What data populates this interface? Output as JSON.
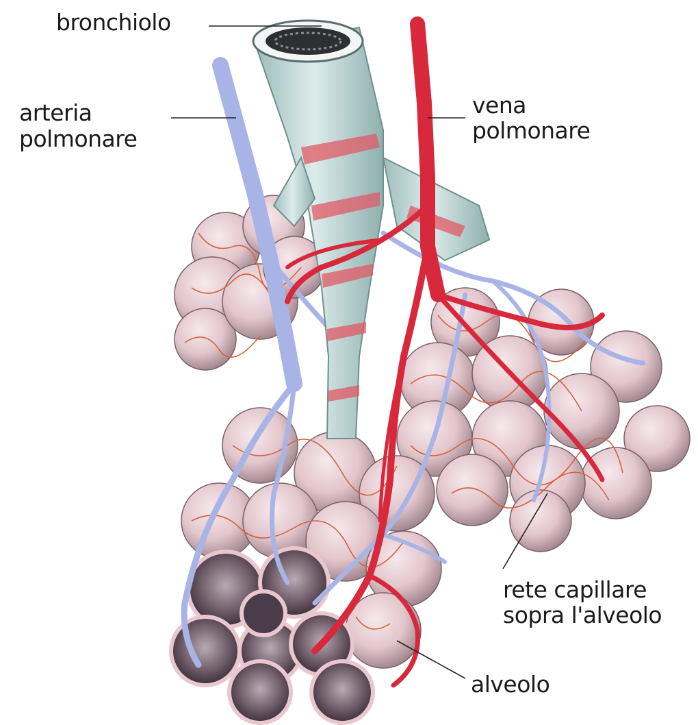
{
  "labels": {
    "bronchiole": "bronchiolo",
    "artery_line1": "arteria",
    "artery_line2": "polmonare",
    "vein_line1": "vena",
    "vein_line2": "polmonare",
    "capillary_line1": "rete capillare",
    "capillary_line2": "sopra l'alveolo",
    "alveolus": "alveolo"
  },
  "colors": {
    "artery_blue": "#a9b4e6",
    "vein_red": "#d8283c",
    "bronchiole_gray": "#c9dedd",
    "alveolus_pink": "#e2c6cc",
    "capillary_orange": "#d8623a",
    "cut_alveolus_dark": "#5a4a55"
  }
}
